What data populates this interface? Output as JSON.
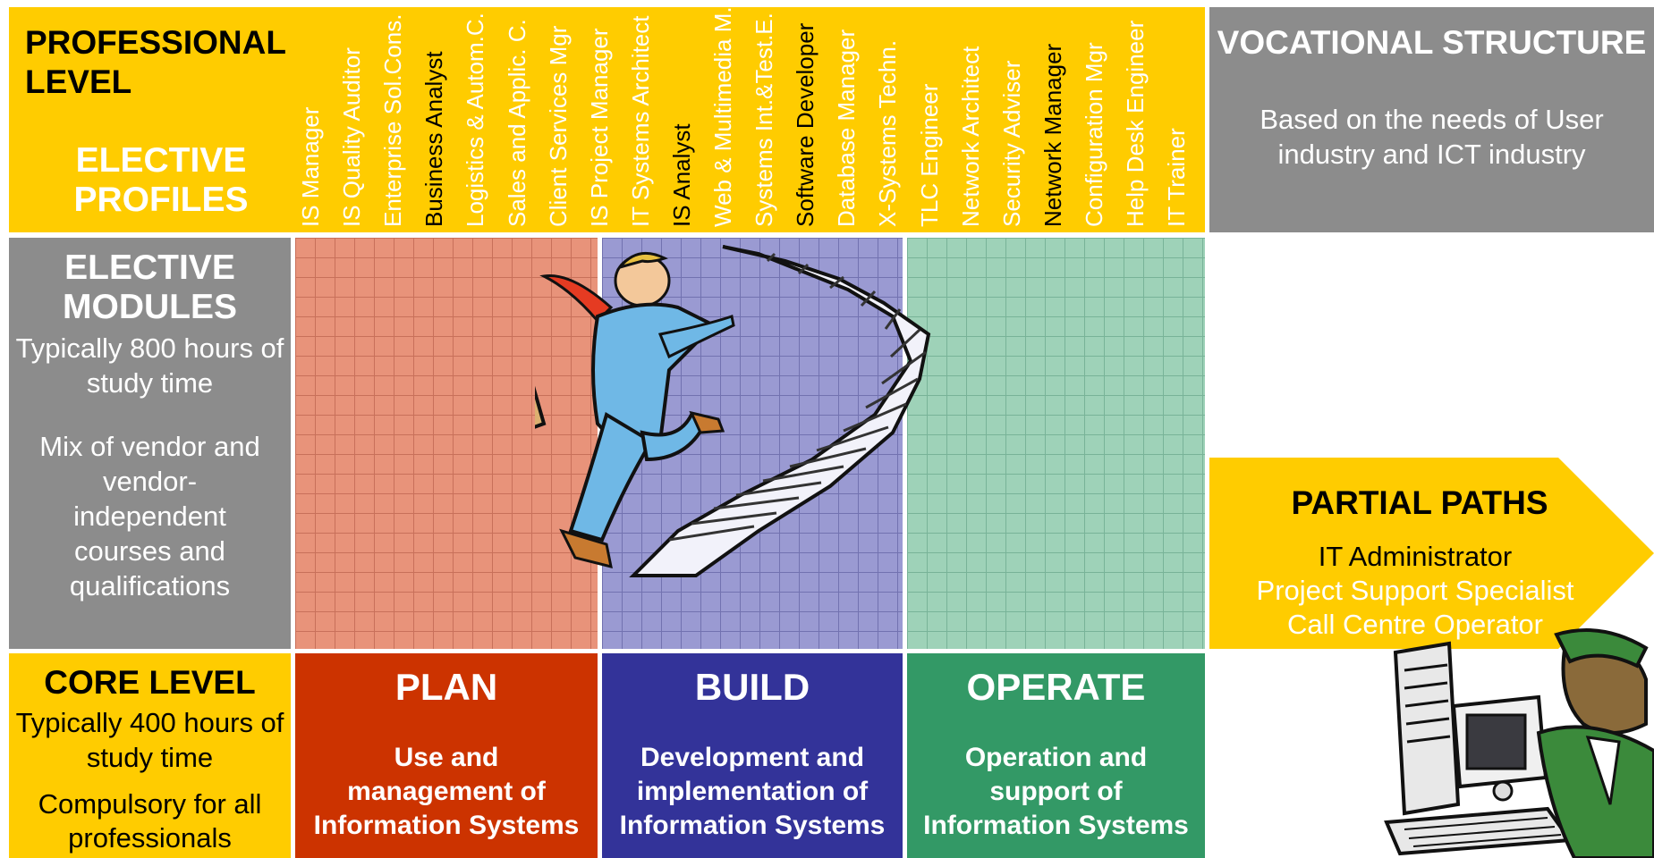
{
  "professional": {
    "title": "PROFESSIONAL LEVEL",
    "subtitle": "ELECTIVE PROFILES",
    "profiles": [
      {
        "label": "IS Manager",
        "color": "white"
      },
      {
        "label": "IS Quality Auditor",
        "color": "white"
      },
      {
        "label": "Enterprise Sol.Cons.",
        "color": "white"
      },
      {
        "label": "Business Analyst",
        "color": "black"
      },
      {
        "label": "Logistics & Autom.C.",
        "color": "white"
      },
      {
        "label": "Sales and Applic. C.",
        "color": "white"
      },
      {
        "label": "Client Services Mgr",
        "color": "white"
      },
      {
        "label": "IS Project Manager",
        "color": "white"
      },
      {
        "label": "IT Systems Architect",
        "color": "white"
      },
      {
        "label": "IS Analyst",
        "color": "black"
      },
      {
        "label": "Web & Multimedia M.",
        "color": "white"
      },
      {
        "label": "Systems Int.&Test.E.",
        "color": "white"
      },
      {
        "label": "Software Developer",
        "color": "black"
      },
      {
        "label": "Database Manager",
        "color": "white"
      },
      {
        "label": "X-Systems Techn.",
        "color": "white"
      },
      {
        "label": "TLC Engineer",
        "color": "white"
      },
      {
        "label": "Network Architect",
        "color": "white"
      },
      {
        "label": "Security Adviser",
        "color": "white"
      },
      {
        "label": "Network Manager",
        "color": "black"
      },
      {
        "label": "Configuration Mgr",
        "color": "white"
      },
      {
        "label": "Help Desk Engineer",
        "color": "white"
      },
      {
        "label": "IT Trainer",
        "color": "white"
      }
    ]
  },
  "vocational": {
    "title": "VOCATIONAL STRUCTURE",
    "text": "Based on the needs of User industry and ICT industry"
  },
  "modules": {
    "title": "ELECTIVE MODULES",
    "hours": "Typically 800 hours of study time",
    "mix": "Mix of vendor and vendor-independent courses and qualifications"
  },
  "partial_paths": {
    "title": "PARTIAL PATHS",
    "items": [
      {
        "label": "IT Administrator",
        "color": "black"
      },
      {
        "label": "Project Support Specialist",
        "color": "white"
      },
      {
        "label": "Call Centre Operator",
        "color": "white"
      }
    ]
  },
  "core": {
    "title": "CORE LEVEL",
    "hours": "Typically 400 hours of study time",
    "compulsory": "Compulsory for all professionals"
  },
  "columns": {
    "plan": {
      "title": "PLAN",
      "desc": "Use and management of Information Systems",
      "color": "#cc3300"
    },
    "build": {
      "title": "BUILD",
      "desc": "Development and implementation of Information Systems",
      "color": "#333399"
    },
    "operate": {
      "title": "OPERATE",
      "desc": "Operation and support of Information Systems",
      "color": "#339966"
    }
  },
  "colors": {
    "yellow": "#ffcc00",
    "grey": "#8c8c8c"
  }
}
